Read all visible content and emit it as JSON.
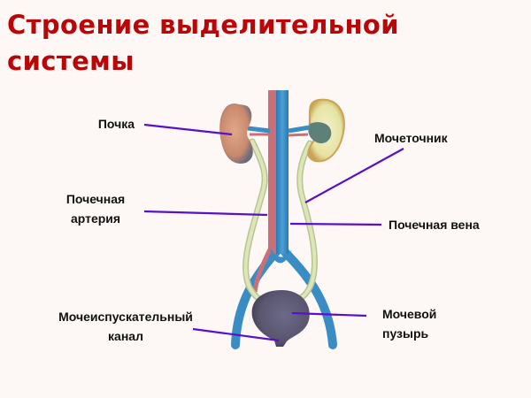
{
  "title": {
    "line1": "Строение выделительной",
    "line2": "системы"
  },
  "colors": {
    "title": "#b70708",
    "background": "#fdf8f5",
    "pointer": "#5a10c8",
    "vein": "#3a8cc4",
    "artery": "#c8707a",
    "kidney_left": "#d49a78",
    "kidney_right_cortex": "#e9e4a0",
    "ureter": "#d6e0b0",
    "bladder": "#5c5670"
  },
  "labels": {
    "kidney": "Почка",
    "renal_artery_line1": "Почечная",
    "renal_artery_line2": "артерия",
    "ureter": "Мочеточник",
    "renal_vein": "Почечная вена",
    "urethra_line1": "Мочеиспускательный",
    "urethra_line2": "канал",
    "bladder_line1": "Мочевой",
    "bladder_line2": "пузырь"
  }
}
